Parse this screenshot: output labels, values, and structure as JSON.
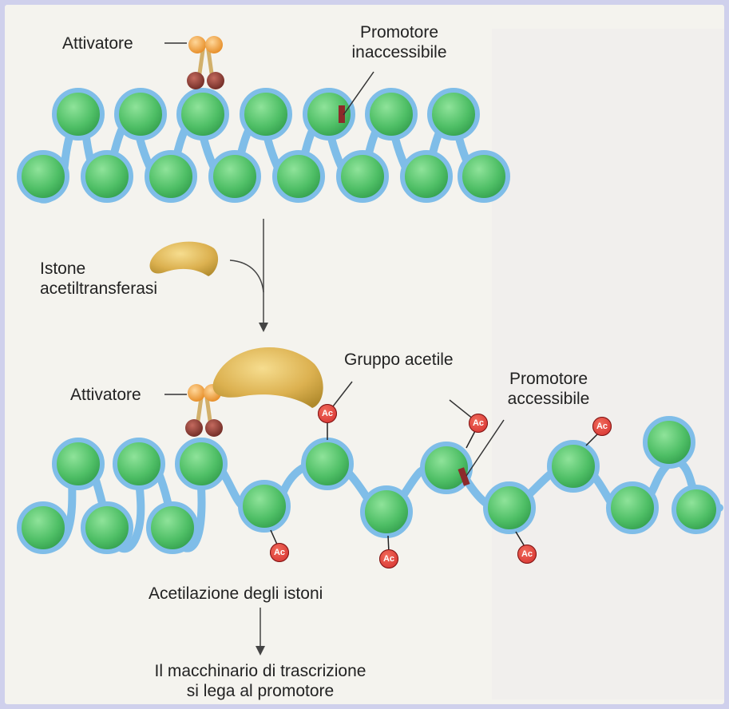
{
  "labels": {
    "activator_top": "Attivatore",
    "promoter_inaccessible_line1": "Promotore",
    "promoter_inaccessible_line2": "inaccessibile",
    "hat_line1": "Istone",
    "hat_line2": "acetiltransferasi",
    "activator_bottom": "Attivatore",
    "acetyl_group": "Gruppo acetile",
    "promoter_accessible_line1": "Promotore",
    "promoter_accessible_line2": "accessibile",
    "acetylation": "Acetilazione degli istoni",
    "machinery_line1": "Il macchinario di trascrizione",
    "machinery_line2": "si lega al promotore"
  },
  "acetyl_tag": "Ac",
  "colors": {
    "page_border": "#cfd0ec",
    "nucleosome": "#58c26f",
    "dna": "#8ec7ee",
    "enzyme": "#d9b04f",
    "activator_head": "#f2a33a",
    "activator_base": "#8b3b34",
    "acetyl": "#d42b2b",
    "promoter": "#8d2a2a"
  }
}
